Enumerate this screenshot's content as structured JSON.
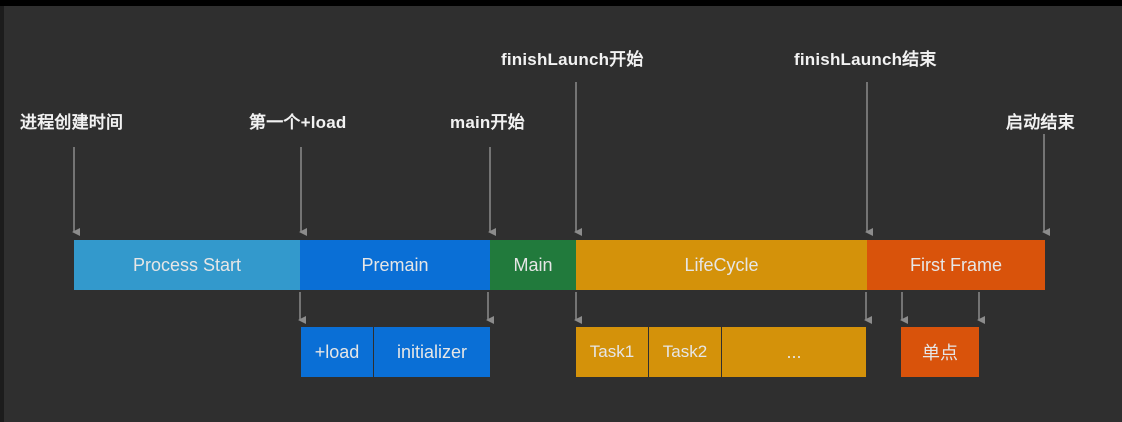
{
  "labels": {
    "process_create": "进程创建时间",
    "first_load": "第一个+load",
    "main_start": "main开始",
    "finish_launch_start": "finishLaunch开始",
    "finish_launch_end": "finishLaunch结束",
    "launch_end": "启动结束"
  },
  "phases": {
    "process_start": "Process Start",
    "premain": "Premain",
    "main": "Main",
    "lifecycle": "LifeCycle",
    "first_frame": "First Frame"
  },
  "subphases": {
    "load": "+load",
    "initializer": "initializer",
    "task1": "Task1",
    "task2": "Task2",
    "more": "...",
    "single_point": "单点"
  },
  "colors": {
    "process_start": "#3399cc",
    "premain": "#0a6fd6",
    "main": "#217a3c",
    "lifecycle": "#d4920a",
    "first_frame": "#d9530b",
    "arrow": "#8c8c8c"
  }
}
